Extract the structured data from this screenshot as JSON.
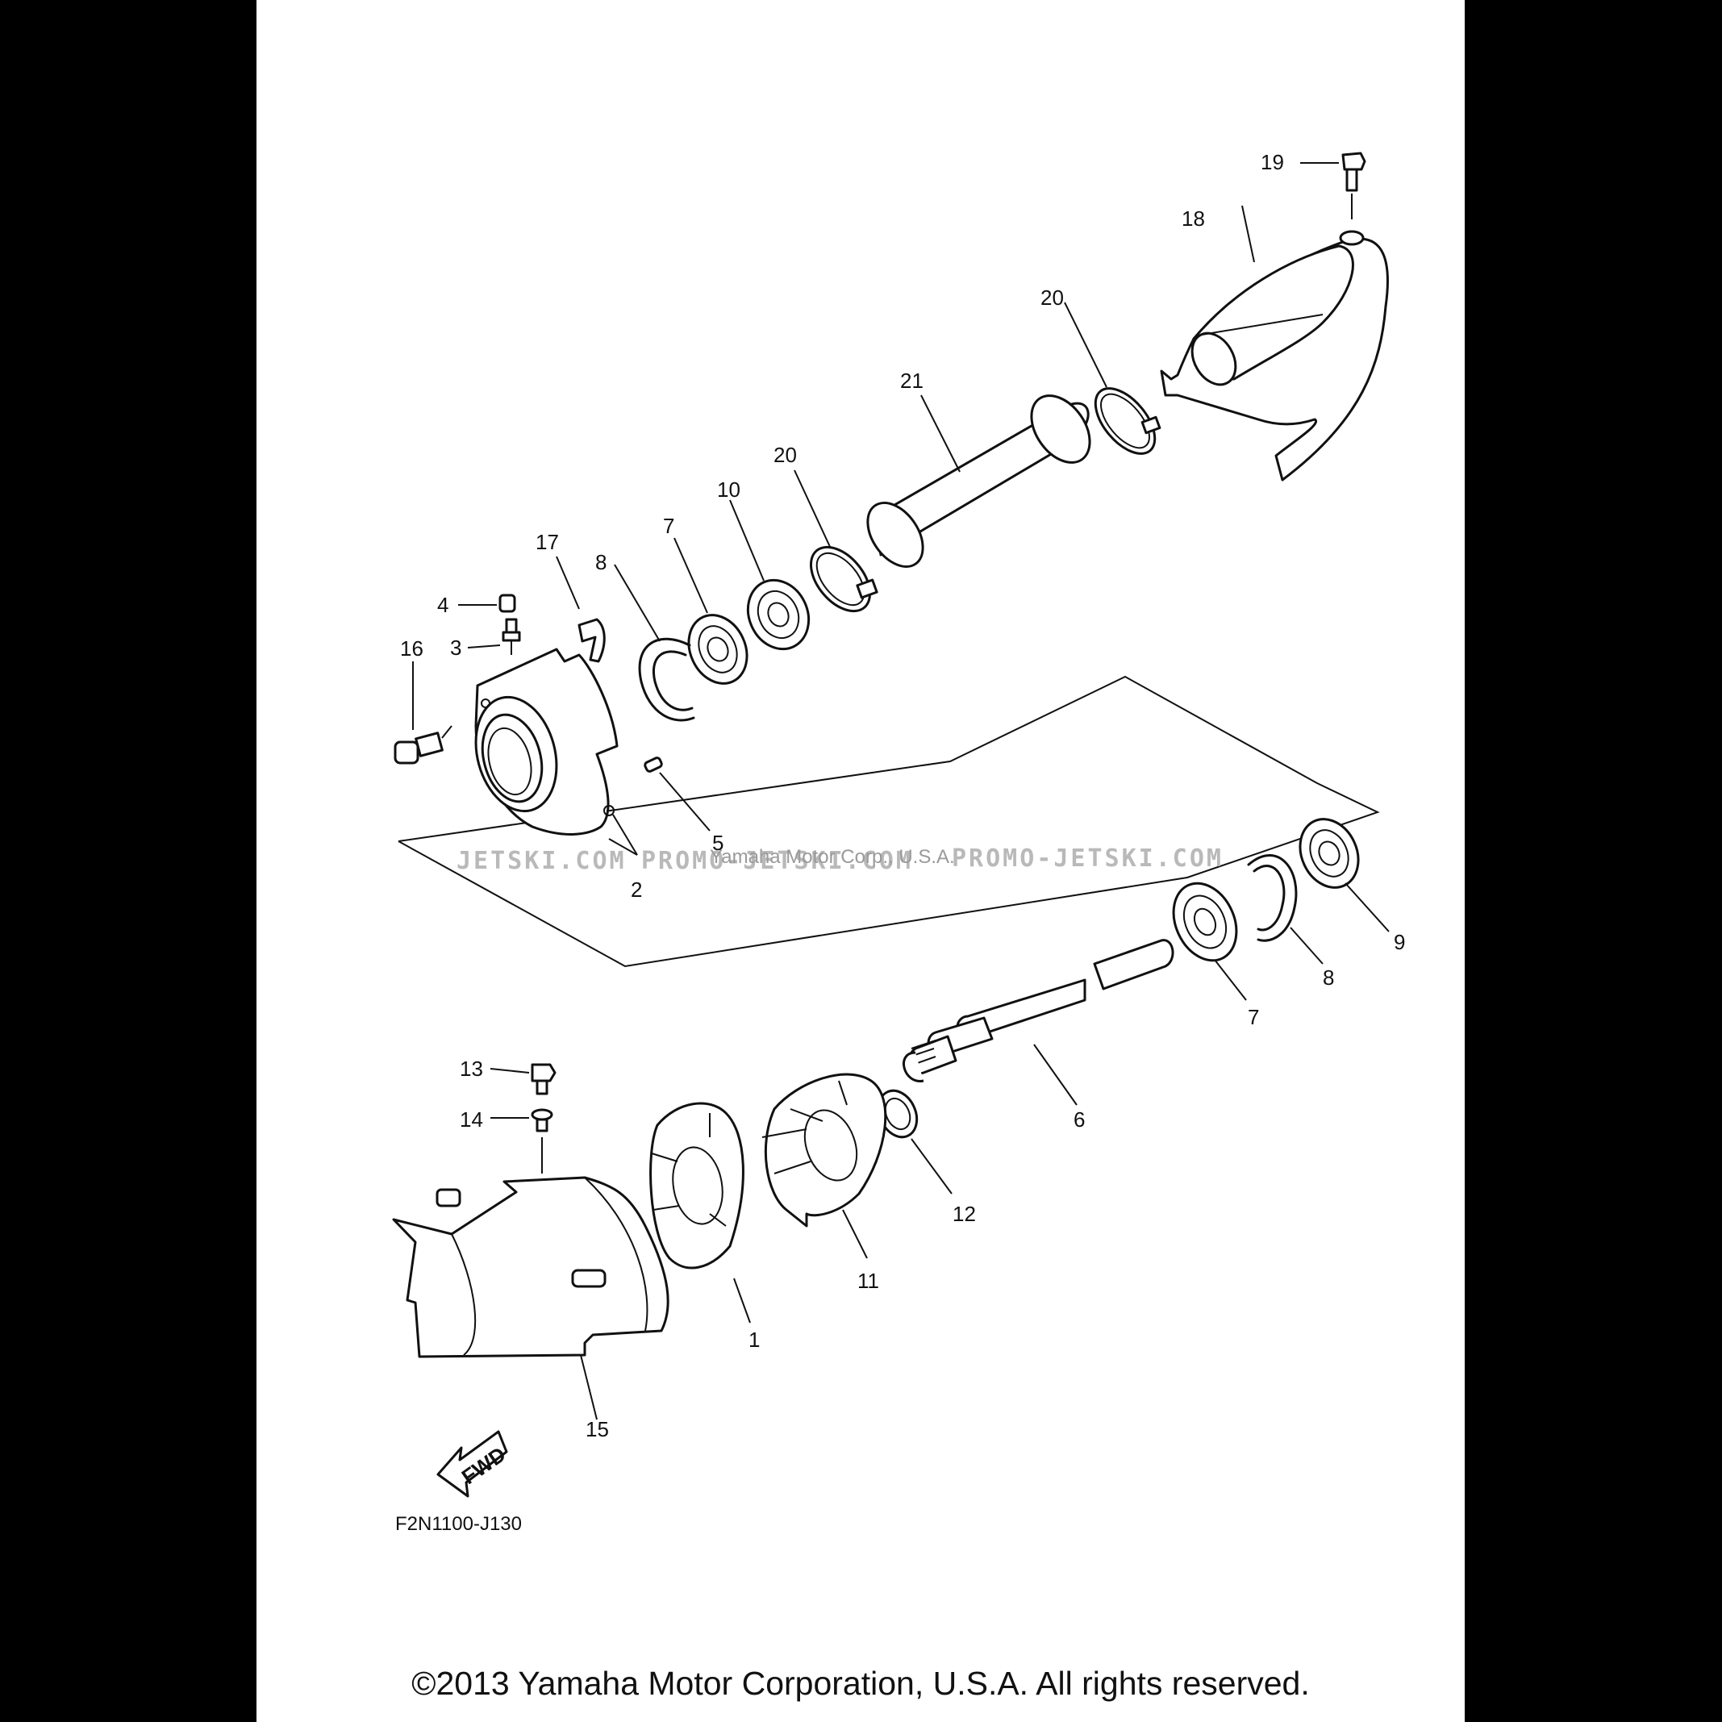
{
  "labels": {
    "p1": "1",
    "p2": "2",
    "p3": "3",
    "p4": "4",
    "p5": "5",
    "p6": "6",
    "p7a": "7",
    "p7b": "7",
    "p8a": "8",
    "p8b": "8",
    "p9": "9",
    "p10": "10",
    "p11": "11",
    "p12": "12",
    "p13": "13",
    "p14": "14",
    "p15": "15",
    "p16": "16",
    "p17": "17",
    "p18": "18",
    "p19": "19",
    "p20a": "20",
    "p20b": "20",
    "p21": "21"
  },
  "fwd_label": "FWD",
  "figure_code": "F2N1100-J130",
  "watermark": {
    "left": "JETSKI.COM",
    "mid": "PROMO-JETSKI.COM",
    "right": "PROMO-JETSKI.COM",
    "center": "Yamaha Motor Corp., U.S.A."
  },
  "copyright": "©2013 Yamaha Motor Corporation, U.S.A. All rights reserved."
}
